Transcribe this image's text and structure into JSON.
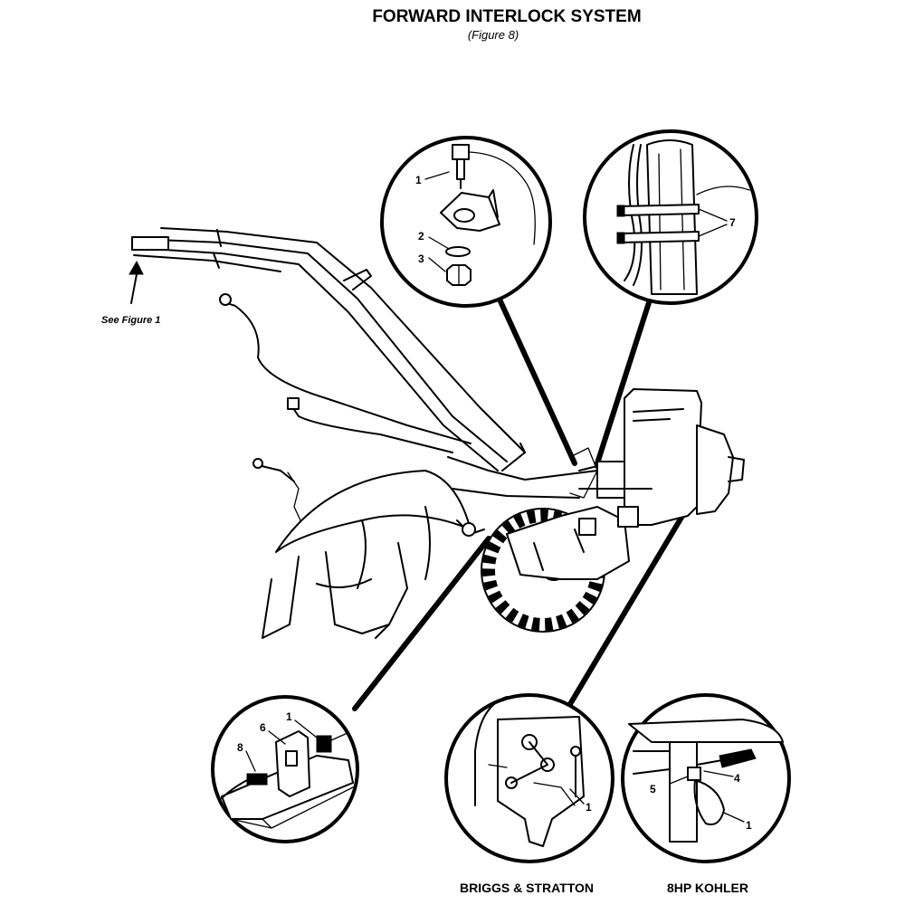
{
  "header": {
    "title": "FORWARD INTERLOCK SYSTEM",
    "subtitle": "(Figure 8)"
  },
  "reference_note": "See Figure 1",
  "callouts": {
    "top_left": [
      "1",
      "2",
      "3"
    ],
    "top_right": [
      "7"
    ],
    "bottom_left": [
      "1",
      "6",
      "8"
    ],
    "bottom_middle": [
      "1"
    ],
    "bottom_right": [
      "4",
      "5",
      "1"
    ]
  },
  "captions": {
    "briggs": "BRIGGS & STRATTON",
    "kohler": "8HP KOHLER"
  }
}
